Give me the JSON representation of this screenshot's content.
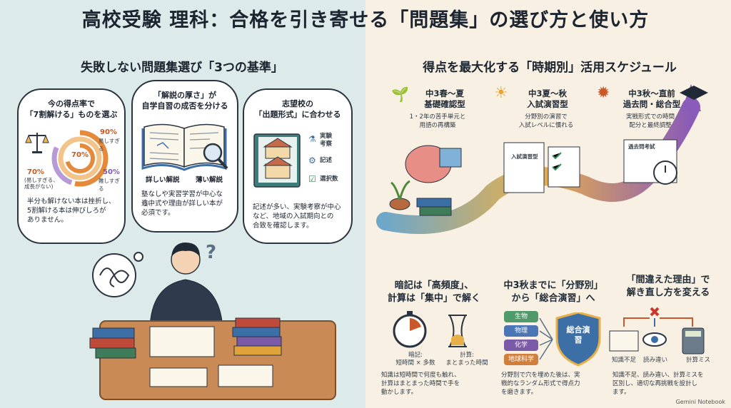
{
  "title": "高校受験 理科：合格を引き寄せる「問題集」の選び方と使い方",
  "left": {
    "heading": "失敗しない問題集選び「3つの基準」",
    "bubble1": {
      "title_l1": "今の得点率で",
      "title_l2": "「7割解ける」ものを選ぶ",
      "pct_90": "90%",
      "lbl_90": "易しすぎる",
      "pct_70c": "70%",
      "pct_50": "50%",
      "lbl_50": "難しすぎる",
      "pct_70": "70%",
      "lbl_70_l1": "(易しすぎる、",
      "lbl_70_l2": "成長がない)",
      "desc_l1": "半分も解けない本は挫折し、",
      "desc_l2": "5割解ける本は伸びしろが",
      "desc_l3": "ありません。"
    },
    "bubble2": {
      "title_l1": "「解説の厚さ」が",
      "title_l2": "自学自習の成否を分ける",
      "lbl_thick": "詳しい解説",
      "lbl_thin": "薄い解説",
      "desc_l1": "塾なしや実習学習が中心なら、",
      "desc_l2": "途中式や理由が詳しい本が",
      "desc_l3": "必須です。"
    },
    "bubble3": {
      "title_l1": "志望校の",
      "title_l2": "「出題形式」に合わせる",
      "opt1_l1": "実験",
      "opt1_l2": "考察",
      "opt2": "記述",
      "opt3": "選択数",
      "desc_l1": "記述が多い、実験考察が中心",
      "desc_l2": "など、地域の入試期向との",
      "desc_l3": "合致を確認します。"
    }
  },
  "right": {
    "heading": "得点を最大化する「時期別」活用スケジュール",
    "phase1": {
      "h1": "中3春〜夏",
      "h2": "基礎確認型",
      "d1": "1・2年の苦手単元と",
      "d2": "用語の再構築"
    },
    "phase2": {
      "h1": "中3夏〜秋",
      "h2": "入試演習型",
      "d1": "分野別の演習で",
      "d2": "入試レベルに慣れる"
    },
    "phase3": {
      "h1": "中3秋〜直前",
      "h2": "過去問・総合型",
      "d1": "実戦形式での時間",
      "d2": "配分と最終調整"
    },
    "doc_label1": "入試演習型",
    "doc_label2": "過去問考試",
    "tip1": {
      "h1": "暗記は「高頻度」、",
      "h2": "計算は「集中」で解く",
      "lbl1_l1": "暗記:",
      "lbl1_l2": "短時間 × 多数",
      "lbl2_l1": "計算:",
      "lbl2_l2": "まとまった時間",
      "d1": "知識は短時間で何度も触れ、",
      "d2": "計算はまとまった時間で手を",
      "d3": "動かします。"
    },
    "tip2": {
      "h1": "中3秋までに「分野別」",
      "h2": "から「総合演習」へ",
      "pills": [
        "生物",
        "物理",
        "化学",
        "地球科学"
      ],
      "shield": "総合演習",
      "d1": "分野別で穴を埋めた後は、実",
      "d2": "戦的なランダム形式で得点力",
      "d3": "を磨きます。"
    },
    "tip3": {
      "h1": "「間違えた理由」で",
      "h2": "解き直し方を変える",
      "lbl1": "知識不足",
      "lbl2": "読み違い",
      "lbl3": "計算ミス",
      "d1": "知識不足、読み違い、計算ミスを",
      "d2": "区別し、適切な再挑戦を設計し",
      "d3": "ます。"
    }
  },
  "watermark": "Gemini Notebook",
  "colors": {
    "left_bg": "#dceaea",
    "right_bg": "#f8f0e3",
    "pill_bio": "#4f9a6a",
    "pill_phys": "#4a76b5",
    "pill_chem": "#7b5aa8",
    "pill_earth": "#d0803a"
  }
}
